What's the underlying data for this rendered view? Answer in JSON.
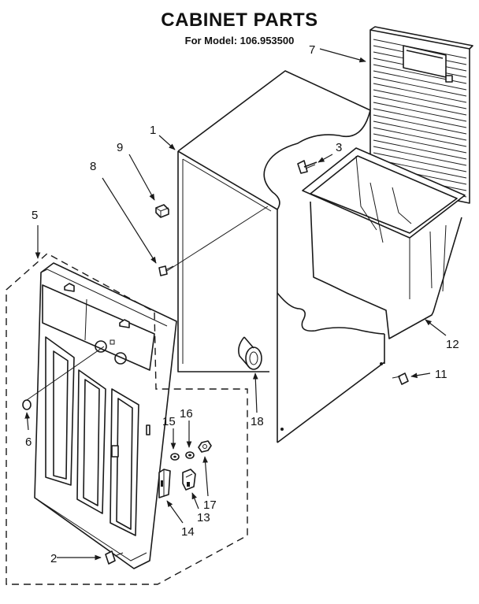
{
  "header": {
    "title": "CABINET PARTS",
    "subtitle": "For Model: 106.953500"
  },
  "callouts": {
    "c1": "1",
    "c2": "2",
    "c3": "3",
    "c5": "5",
    "c6": "6",
    "c7": "7",
    "c8": "8",
    "c9": "9",
    "c11": "11",
    "c12": "12",
    "c13": "13",
    "c14": "14",
    "c15": "15",
    "c16": "16",
    "c17": "17",
    "c18": "18"
  }
}
